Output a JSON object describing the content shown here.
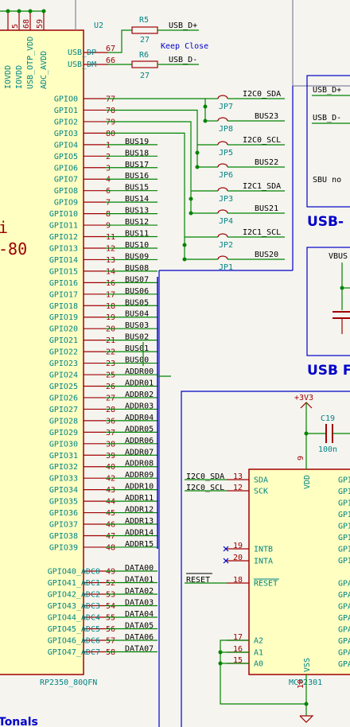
{
  "mcu": {
    "ref": "U2",
    "part": "RP2350_80QFN",
    "left_title_fragment": "i",
    "left_sub_fragment": "-80",
    "top_pins": [
      {
        "name": "IOVDD",
        "num": ""
      },
      {
        "name": "IOVDD",
        "num": "5"
      },
      {
        "name": "USB_OTP_VDD",
        "num": "68"
      },
      {
        "name": "ADC_AVDD",
        "num": "59"
      }
    ],
    "usb_pins": [
      {
        "name": "USB_DP",
        "num": "67"
      },
      {
        "name": "USB_DM",
        "num": "66"
      }
    ],
    "gpio_pins": [
      {
        "name": "GPIO0",
        "num": "77",
        "net": ""
      },
      {
        "name": "GPIO1",
        "num": "78",
        "net": ""
      },
      {
        "name": "GPIO2",
        "num": "79",
        "net": ""
      },
      {
        "name": "GPIO3",
        "num": "80",
        "net": ""
      },
      {
        "name": "GPIO4",
        "num": "1",
        "net": "BUS19"
      },
      {
        "name": "GPIO5",
        "num": "2",
        "net": "BUS18"
      },
      {
        "name": "GPIO6",
        "num": "3",
        "net": "BUS17"
      },
      {
        "name": "GPIO7",
        "num": "4",
        "net": "BUS16"
      },
      {
        "name": "GPIO8",
        "num": "6",
        "net": "BUS15"
      },
      {
        "name": "GPIO9",
        "num": "7",
        "net": "BUS14"
      },
      {
        "name": "GPIO10",
        "num": "8",
        "net": "BUS13"
      },
      {
        "name": "GPIO11",
        "num": "9",
        "net": "BUS12"
      },
      {
        "name": "GPIO12",
        "num": "11",
        "net": "BUS11"
      },
      {
        "name": "GPIO13",
        "num": "12",
        "net": "BUS10"
      },
      {
        "name": "GPIO14",
        "num": "13",
        "net": "BUS09"
      },
      {
        "name": "GPIO15",
        "num": "14",
        "net": "BUS08"
      },
      {
        "name": "GPIO16",
        "num": "16",
        "net": "BUS07"
      },
      {
        "name": "GPIO17",
        "num": "17",
        "net": "BUS06"
      },
      {
        "name": "GPIO18",
        "num": "18",
        "net": "BUS05"
      },
      {
        "name": "GPIO19",
        "num": "19",
        "net": "BUS04"
      },
      {
        "name": "GPIO20",
        "num": "20",
        "net": "BUS03"
      },
      {
        "name": "GPIO21",
        "num": "21",
        "net": "BUS02"
      },
      {
        "name": "GPIO22",
        "num": "22",
        "net": "BUS01"
      },
      {
        "name": "GPIO23",
        "num": "23",
        "net": "BUS00"
      },
      {
        "name": "GPIO24",
        "num": "25",
        "net": "ADDR00"
      },
      {
        "name": "GPIO25",
        "num": "26",
        "net": "ADDR01"
      },
      {
        "name": "GPIO26",
        "num": "27",
        "net": "ADDR02"
      },
      {
        "name": "GPIO27",
        "num": "28",
        "net": "ADDR03"
      },
      {
        "name": "GPIO28",
        "num": "36",
        "net": "ADDR04"
      },
      {
        "name": "GPIO29",
        "num": "37",
        "net": "ADDR05"
      },
      {
        "name": "GPIO30",
        "num": "38",
        "net": "ADDR06"
      },
      {
        "name": "GPIO31",
        "num": "39",
        "net": "ADDR07"
      },
      {
        "name": "GPIO32",
        "num": "40",
        "net": "ADDR08"
      },
      {
        "name": "GPIO33",
        "num": "42",
        "net": "ADDR09"
      },
      {
        "name": "GPIO34",
        "num": "43",
        "net": "ADDR10"
      },
      {
        "name": "GPIO35",
        "num": "44",
        "net": "ADDR11"
      },
      {
        "name": "GPIO36",
        "num": "45",
        "net": "ADDR12"
      },
      {
        "name": "GPIO37",
        "num": "46",
        "net": "ADDR13"
      },
      {
        "name": "GPIO38",
        "num": "47",
        "net": "ADDR14"
      },
      {
        "name": "GPIO39",
        "num": "48",
        "net": "ADDR15"
      }
    ],
    "adc_pins": [
      {
        "name": "GPIO40_ADC0",
        "num": "49",
        "net": "DATA00"
      },
      {
        "name": "GPIO41_ADC1",
        "num": "52",
        "net": "DATA01"
      },
      {
        "name": "GPIO42_ADC2",
        "num": "53",
        "net": "DATA02"
      },
      {
        "name": "GPIO43_ADC3",
        "num": "54",
        "net": "DATA03"
      },
      {
        "name": "GPIO44_ADC4",
        "num": "55",
        "net": "DATA04"
      },
      {
        "name": "GPIO45_ADC5",
        "num": "56",
        "net": "DATA05"
      },
      {
        "name": "GPIO46_ADC6",
        "num": "57",
        "net": "DATA06"
      },
      {
        "name": "GPIO47_ADC7",
        "num": "58",
        "net": "DATA07"
      }
    ]
  },
  "resistors": [
    {
      "ref": "R5",
      "value": "27",
      "net": "USB_D+"
    },
    {
      "ref": "R6",
      "value": "27",
      "net": "USB_D-"
    }
  ],
  "keep_close_note": "Keep Close",
  "jumpers": [
    {
      "net": "I2C0_SDA",
      "top": "JP7",
      "bottom_net": "BUS23",
      "bottom": "JP8"
    },
    {
      "net": "I2C0_SCL",
      "top": "JP5",
      "bottom_net": "BUS22",
      "bottom": "JP6"
    },
    {
      "net": "I2C1_SDA",
      "top": "JP3",
      "bottom_net": "BUS21",
      "bottom": "JP4"
    },
    {
      "net": "I2C1_SCL",
      "top": "JP2",
      "bottom_net": "BUS20",
      "bottom": "JP1"
    }
  ],
  "usb_box": {
    "labels": [
      "USB_D+",
      "USB_D-"
    ],
    "note": "SBU no",
    "title": "USB-"
  },
  "power_box": {
    "net": "VBUS",
    "title": "USB F"
  },
  "expander": {
    "ref": "MCP2301",
    "supply": "+3V3",
    "cap_ref": "C19",
    "cap_value": "100n",
    "vdd_pin": {
      "name": "VDD",
      "num": "9"
    },
    "vss_pin": {
      "name": "VSS",
      "num": "10"
    },
    "left_pins": [
      {
        "name": "SDA",
        "num": "13",
        "net": "I2C0_SDA"
      },
      {
        "name": "SCK",
        "num": "12",
        "net": "I2C0_SCL"
      },
      {
        "name": "INTB",
        "num": "19",
        "net": ""
      },
      {
        "name": "INTA",
        "num": "20",
        "net": ""
      },
      {
        "name": "RESET",
        "num": "18",
        "net": "RESET"
      },
      {
        "name": "A2",
        "num": "17",
        "net": ""
      },
      {
        "name": "A1",
        "num": "16",
        "net": ""
      },
      {
        "name": "A0",
        "num": "15",
        "net": ""
      }
    ],
    "right_pin_fragments": [
      "GPI",
      "GPI",
      "GPI",
      "GPI",
      "GPI",
      "GPI",
      "GPI",
      "GPI",
      "GPA",
      "GPA",
      "GPA",
      "GPA",
      "GPA",
      "GPA",
      "GPA",
      "GPA"
    ]
  },
  "bottom_title": "Tonals"
}
